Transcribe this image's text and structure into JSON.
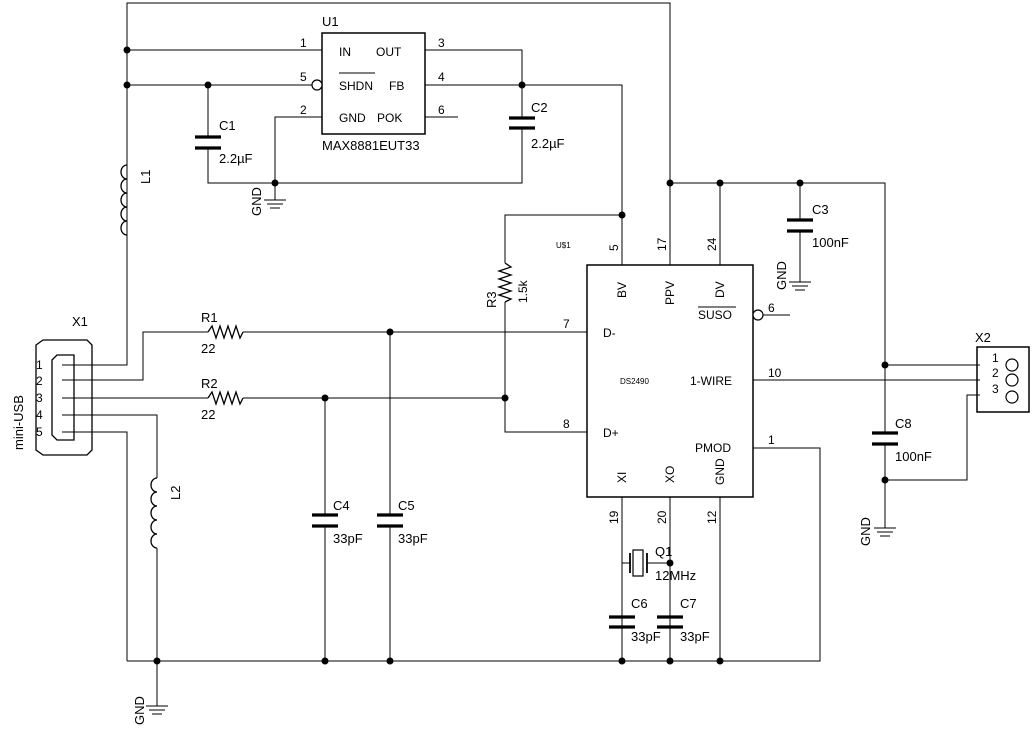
{
  "schematic": {
    "u1": {
      "ref": "U1",
      "part": "MAX8881EUT33",
      "pins": {
        "in": "IN",
        "out": "OUT",
        "shdn": "SHDN",
        "fb": "FB",
        "gnd": "GND",
        "pok": "POK"
      },
      "pin_numbers": {
        "in": "1",
        "out": "3",
        "shdn": "5",
        "fb": "4",
        "gnd": "2",
        "pok": "6"
      }
    },
    "u2": {
      "ref": "U$1",
      "part": "DS2490",
      "pins": {
        "bv": "BV",
        "ppv": "PPV",
        "dv": "DV",
        "suso": "SUSO",
        "dminus": "D-",
        "onewire": "1-WIRE",
        "dplus": "D+",
        "pmod": "PMOD",
        "xi": "XI",
        "xo": "XO",
        "gnd": "GND"
      },
      "pin_numbers": {
        "bv": "5",
        "ppv": "17",
        "dv": "24",
        "suso": "6",
        "dminus": "7",
        "onewire": "10",
        "dplus": "8",
        "pmod": "1",
        "xi": "19",
        "xo": "20",
        "gnd": "12"
      }
    },
    "x1": {
      "ref": "X1",
      "part": "mini-USB",
      "pins": [
        "1",
        "2",
        "3",
        "4",
        "5"
      ]
    },
    "x2": {
      "ref": "X2",
      "pins": [
        "1",
        "2",
        "3"
      ]
    },
    "c1": {
      "ref": "C1",
      "value": "2.2µF"
    },
    "c2": {
      "ref": "C2",
      "value": "2.2µF"
    },
    "c3": {
      "ref": "C3",
      "value": "100nF"
    },
    "c4": {
      "ref": "C4",
      "value": "33pF"
    },
    "c5": {
      "ref": "C5",
      "value": "33pF"
    },
    "c6": {
      "ref": "C6",
      "value": "33pF"
    },
    "c7": {
      "ref": "C7",
      "value": "33pF"
    },
    "c8": {
      "ref": "C8",
      "value": "100nF"
    },
    "r1": {
      "ref": "R1",
      "value": "22"
    },
    "r2": {
      "ref": "R2",
      "value": "22"
    },
    "r3": {
      "ref": "R3",
      "value": "1.5k"
    },
    "l1": {
      "ref": "L1"
    },
    "l2": {
      "ref": "L2"
    },
    "q1": {
      "ref": "Q1",
      "value": "12MHz"
    },
    "gnd_label": "GND"
  }
}
